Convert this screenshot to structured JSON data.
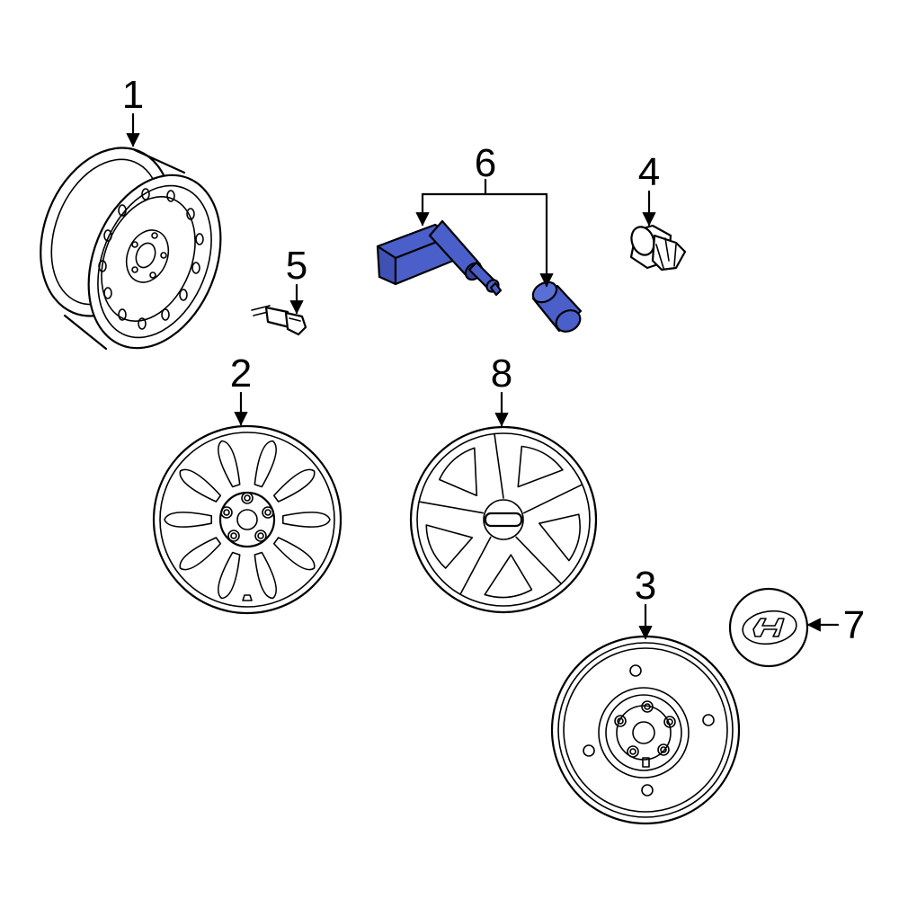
{
  "callouts": {
    "c1": "1",
    "c2": "2",
    "c3": "3",
    "c4": "4",
    "c5": "5",
    "c6": "6",
    "c7": "7",
    "c8": "8"
  },
  "colors": {
    "highlight": "#4a5fc9",
    "highlight_dark": "#33449c",
    "line": "#000000",
    "background": "#ffffff"
  }
}
